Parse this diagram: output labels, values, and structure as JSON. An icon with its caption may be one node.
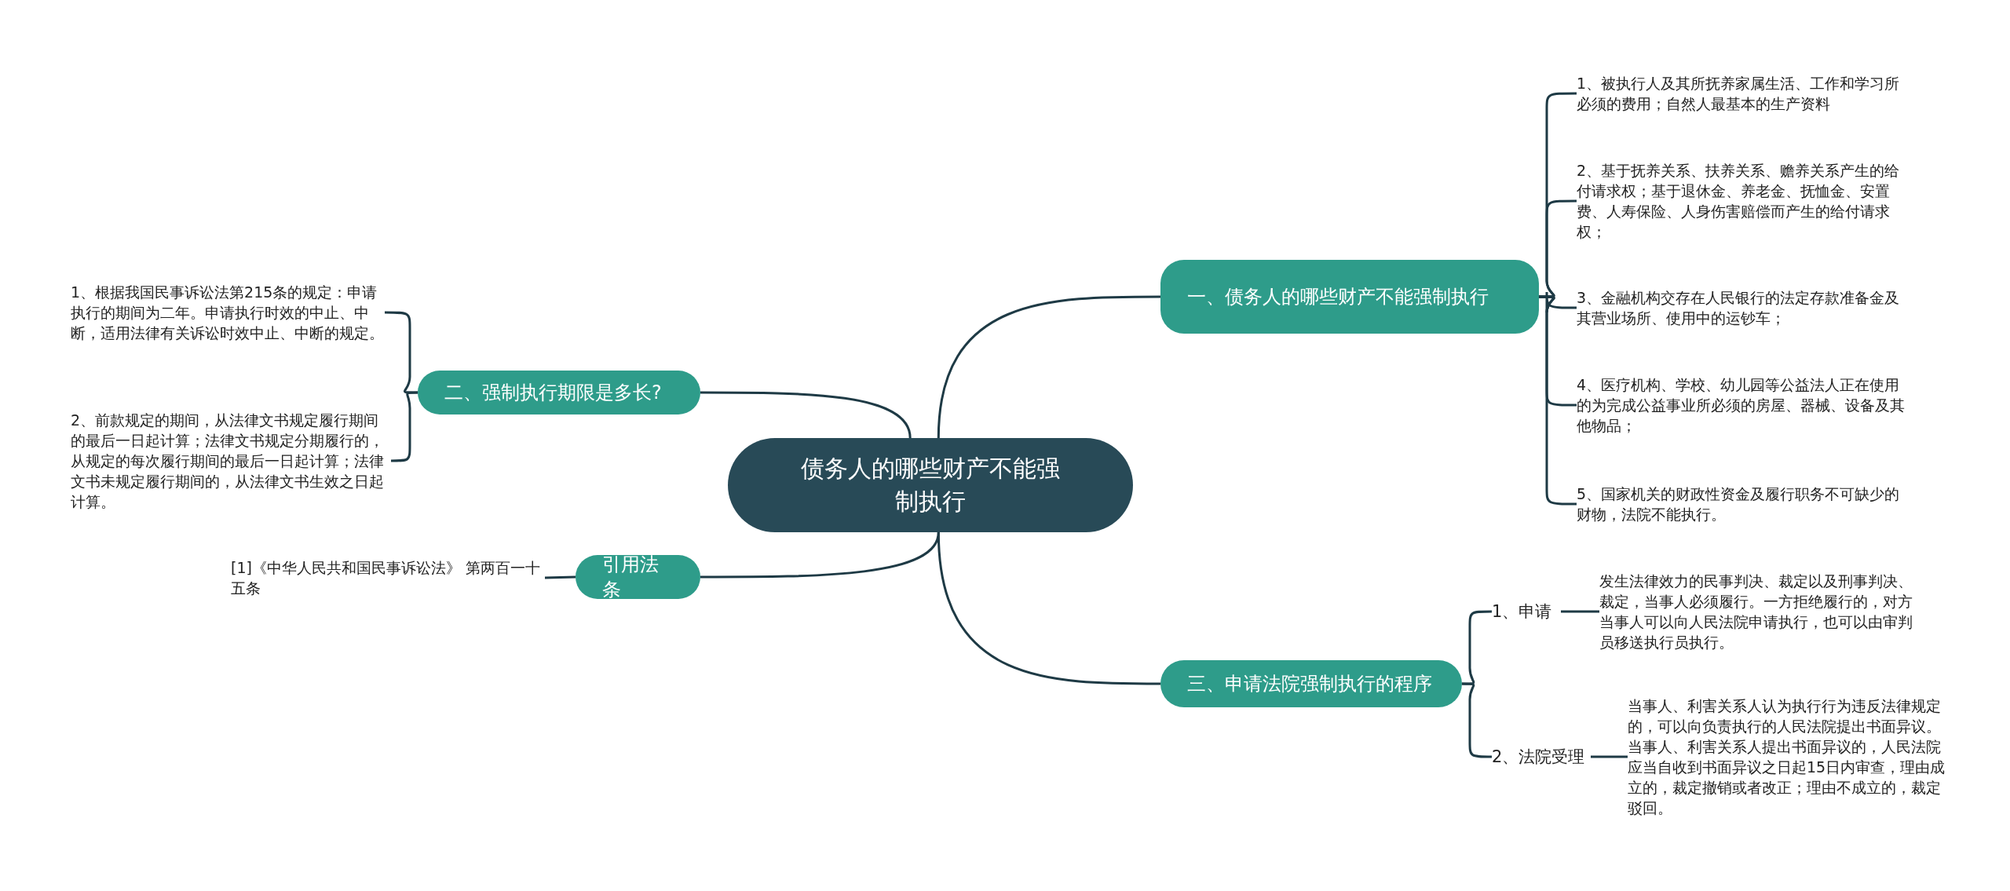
{
  "diagram": {
    "nodes": [
      {
        "text": [
          "债务人的哪些财产不能强制执行"
        ]
      },
      {
        "text": [
          "一、债务人的哪些财产不能强制执行"
        ]
      },
      {
        "text": [
          "1、被执行人及其所抚养家属生活、工作和学习所必须的费用；自然人最基本的生产资料"
        ]
      },
      {
        "text": [
          "2、基于抚养关系、扶养关系、赡养关系产生的给付请求权；基于退休金、养老金、抚恤金、安置费、人寿保险、人身伤害赔偿而产生的给付请求权；"
        ]
      },
      {
        "text": [
          "3、金融机构交存在人民银行的法定存款准备金及其营业场所、使用中的运钞车；"
        ]
      },
      {
        "text": [
          "4、医疗机构、学校、幼儿园等公益法人正在使用的为完成公益事业所必须的房屋、器械、设备及其他物品；"
        ]
      },
      {
        "text": [
          "5、国家机关的财政性资金及履行职务不可缺少的财物，法院不能执行。"
        ]
      },
      {
        "text": [
          "三、申请法院强制执行的程序"
        ]
      },
      {
        "text": [
          "1、申请"
        ]
      },
      {
        "text": [
          "发生法律效力的民事判决、裁定以及刑事判决、裁定，当事人必须履行。一方拒绝履行的，对方当事人可以向人民法院申请执行，也可以由审判员移送执行员执行。"
        ]
      },
      {
        "text": [
          "2、法院受理"
        ]
      },
      {
        "text": [
          "当事人、利害关系人认为执行行为违反法律规定的，可以向负责执行的人民法院提出书面异议。当事人、利害关系人提出书面异议的，人民法院应当自收到书面异议之日起15日内审查，理由成立的，裁定撤销或者改正；理由不成立的，裁定驳回。"
        ]
      },
      {
        "text": [
          "二、强制执行期限是多长?"
        ]
      },
      {
        "text": [
          "1、根据我国民事诉讼法第215条的规定：申请执行的期间为二年。申请执行时效的中止、中断，适用法律有关诉讼时效中止、中断的规定。"
        ]
      },
      {
        "text": [
          "2、前款规定的期间，从法律文书规定履行期间的最后一日起计算；法律文书规定分期履行的，从规定的每次履行期间的最后一日起计算；法律文书未规定履行期间的，从法律文书生效之日起计算。"
        ]
      },
      {
        "text": [
          "引用法条"
        ]
      },
      {
        "text": [
          "[1]《中华人民共和国民事诉讼法》 第两百一十五条"
        ]
      }
    ],
    "edges": [
      {
        "from": 0,
        "to": 1,
        "arrow": "none"
      },
      {
        "from": 1,
        "to": 2,
        "arrow": "none"
      },
      {
        "from": 1,
        "to": 3,
        "arrow": "none"
      },
      {
        "from": 1,
        "to": 4,
        "arrow": "none"
      },
      {
        "from": 1,
        "to": 5,
        "arrow": "none"
      },
      {
        "from": 1,
        "to": 6,
        "arrow": "none"
      },
      {
        "from": 0,
        "to": 7,
        "arrow": "none"
      },
      {
        "from": 7,
        "to": 8,
        "arrow": "none"
      },
      {
        "from": 8,
        "to": 9,
        "arrow": "none"
      },
      {
        "from": 7,
        "to": 10,
        "arrow": "none"
      },
      {
        "from": 10,
        "to": 11,
        "arrow": "none"
      },
      {
        "from": 0,
        "to": 12,
        "arrow": "none"
      },
      {
        "from": 12,
        "to": 13,
        "arrow": "none"
      },
      {
        "from": 12,
        "to": 14,
        "arrow": "none"
      },
      {
        "from": 0,
        "to": 15,
        "arrow": "none"
      },
      {
        "from": 15,
        "to": 16,
        "arrow": "none"
      }
    ]
  }
}
